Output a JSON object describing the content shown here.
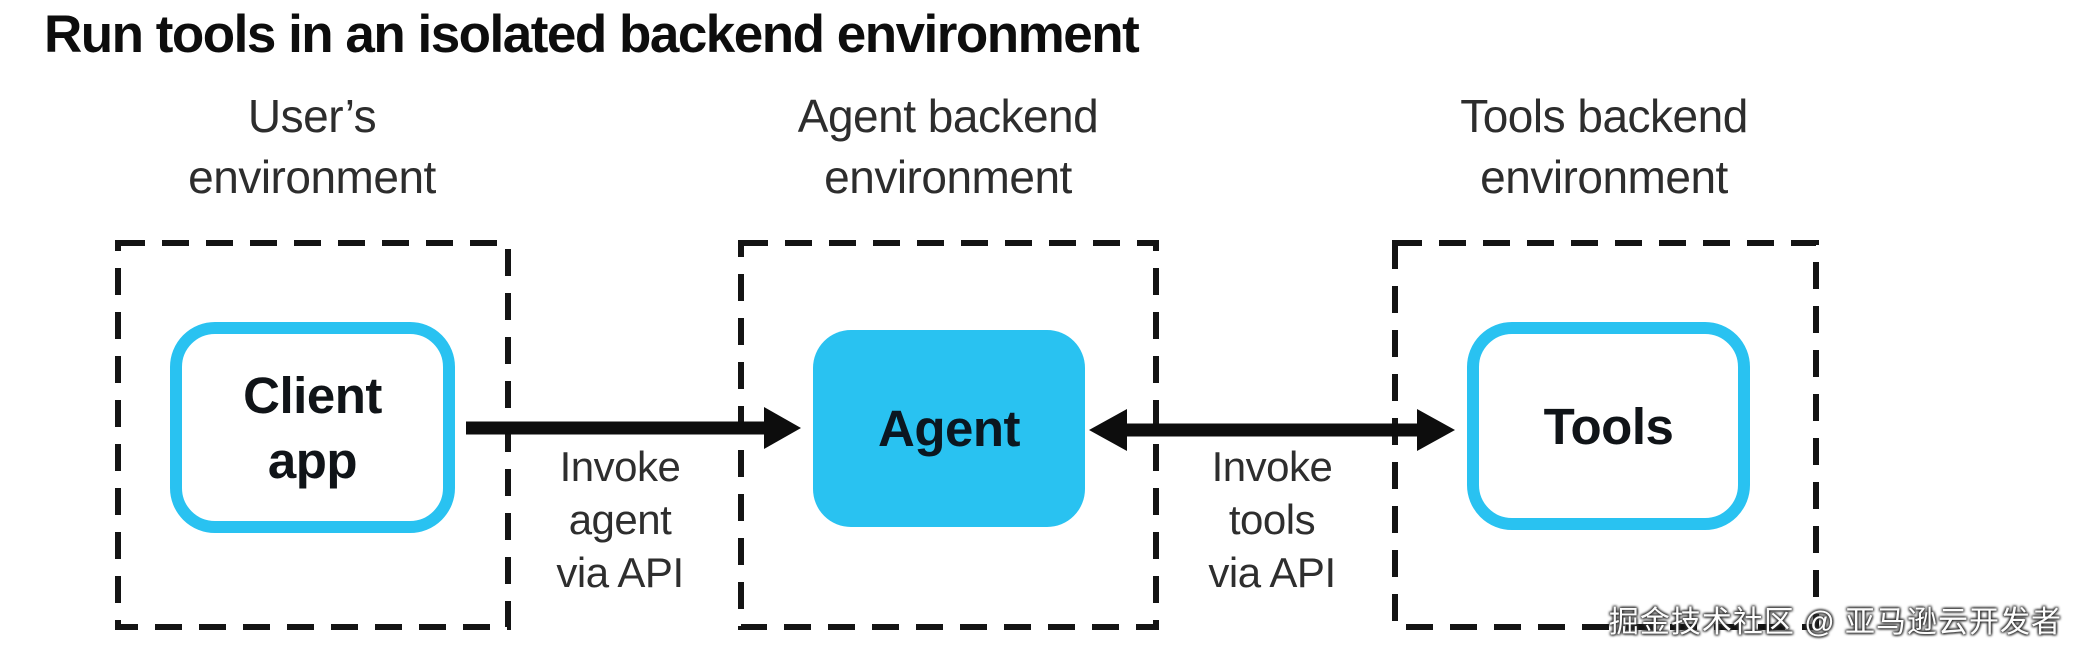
{
  "title": "Run tools in an isolated backend environment",
  "colors": {
    "accent_cyan": "#29c2f1",
    "line_black": "#141414",
    "title_text": "#0d0d0d",
    "label_text": "#2d2d2d",
    "node_text": "#101418",
    "watermark_text": "#fdfdfd"
  },
  "environments": [
    {
      "label": {
        "line1": "User’s",
        "line2": "environment"
      },
      "node": {
        "line1": "Client",
        "line2": "app",
        "style": "outlined"
      }
    },
    {
      "label": {
        "line1": "Agent backend",
        "line2": "environment"
      },
      "node": {
        "line1": "Agent",
        "style": "filled"
      }
    },
    {
      "label": {
        "line1": "Tools backend",
        "line2": "environment"
      },
      "node": {
        "line1": "Tools",
        "style": "outlined"
      }
    }
  ],
  "arrows": [
    {
      "direction": "left-to-right",
      "lines": [
        "Invoke",
        "agent",
        "via API"
      ]
    },
    {
      "direction": "bidirectional",
      "lines": [
        "Invoke",
        "tools",
        "via API"
      ]
    }
  ],
  "watermark": {
    "text": "掘金技术社区 @ 亚马逊云开发者"
  }
}
